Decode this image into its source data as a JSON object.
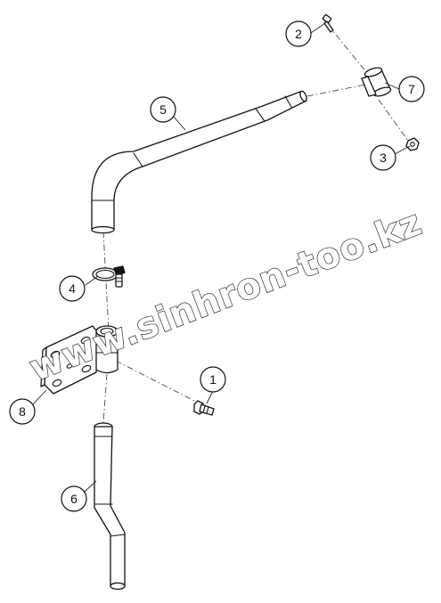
{
  "watermark": {
    "text": "www.sinhron-too.kz"
  },
  "callouts": [
    {
      "id": "1",
      "label": "1"
    },
    {
      "id": "2",
      "label": "2"
    },
    {
      "id": "3",
      "label": "3"
    },
    {
      "id": "4",
      "label": "4"
    },
    {
      "id": "5",
      "label": "5"
    },
    {
      "id": "6",
      "label": "6"
    },
    {
      "id": "7",
      "label": "7"
    },
    {
      "id": "8",
      "label": "8"
    }
  ],
  "colors": {
    "line": "#111111",
    "background": "#ffffff"
  }
}
